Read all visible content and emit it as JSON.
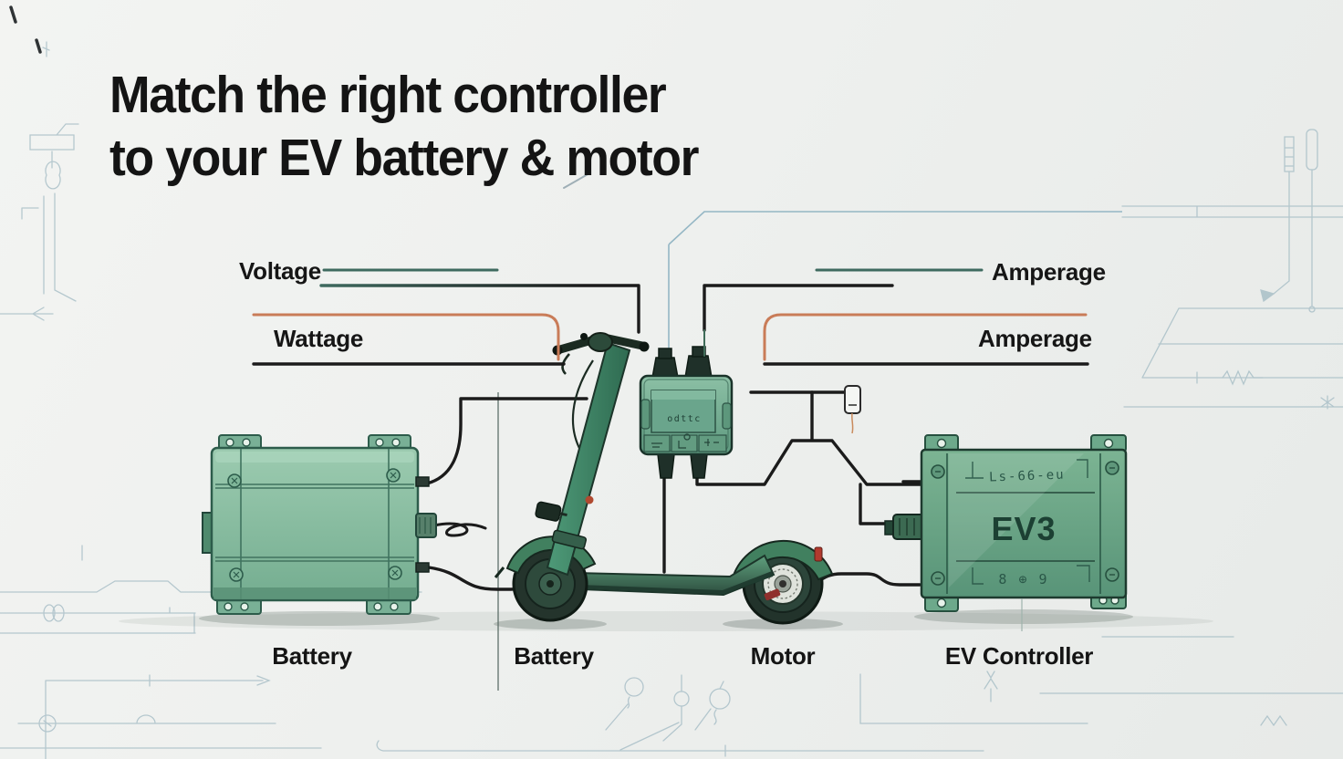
{
  "title": {
    "line1": "Match the right controller",
    "line2": "to your EV battery & motor"
  },
  "annotations": {
    "voltage_label": "Voltage",
    "amperage_top_label": "Amperage",
    "wattage_label": "Wattage",
    "amperage_box_label": "Amperage"
  },
  "components": {
    "battery_left_label": "Battery",
    "battery_scooter_label": "Battery",
    "motor_label": "Motor",
    "ev_controller_label": "EV Controller"
  },
  "markings": {
    "ev_controller_model": "EV3",
    "controller_box_text": "odttc",
    "ev_controller_top_marking": "Ls-66-eu",
    "ev_controller_bottom_marking": "8 ⊕ 9"
  },
  "colors": {
    "background": "#eef0ee",
    "title_text": "#141414",
    "teal_line": "#3e6a5f",
    "orange_line": "#c97c58",
    "black_line": "#1b1b1b",
    "device_green": "#7fb89a",
    "device_green_dark": "#2d5c4b",
    "trace_blue": "#9cb6c0"
  }
}
